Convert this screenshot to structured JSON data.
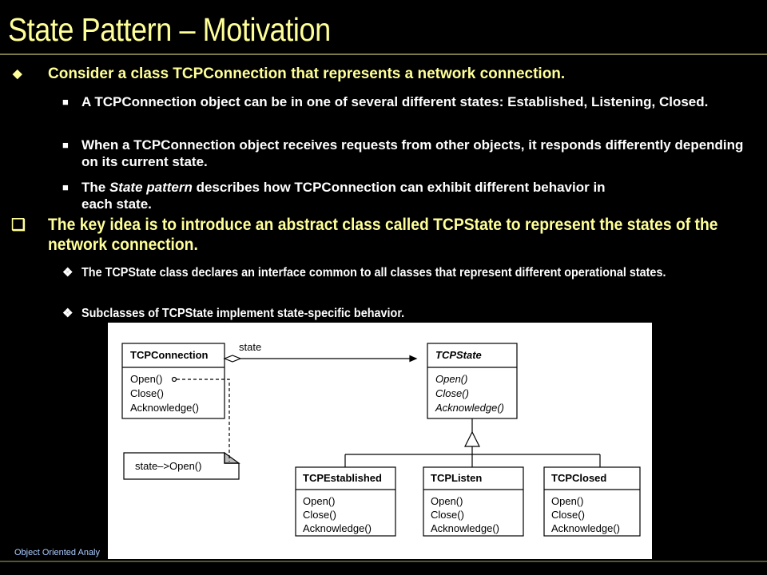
{
  "slide": {
    "title": "State Pattern – Motivation",
    "bullets": [
      "Consider a class TCPConnection that represents a network connection.",
      "A TCPConnection object can be in one of several different states: Established, Listening, Closed.",
      "When a TCPConnection object receives requests from other objects, it responds differently depending on its current state.",
      "each state.",
      "The key idea is to introduce an abstract class called TCPState to represent the states of the network connection.",
      "The TCPState class declares an interface common to all classes that represent different operational states.",
      "Subclasses of TCPState implement state-specific behavior."
    ],
    "bullet3_parts": {
      "before": "The ",
      "italic": "State pattern",
      "after": " describes how TCPConnection can exhibit different behavior in"
    },
    "footer": "Object Oriented Analy"
  },
  "diagram": {
    "connection_class": {
      "name": "TCPConnection",
      "methods": [
        "Open()",
        "Close()",
        "Acknowledge()"
      ]
    },
    "association_label": "state",
    "note": "state–>Open()",
    "state_class": {
      "name": "TCPState",
      "methods": [
        "Open()",
        "Close()",
        "Acknowledge()"
      ]
    },
    "subclasses": [
      {
        "name": "TCPEstablished",
        "methods": [
          "Open()",
          "Close()",
          "Acknowledge()"
        ]
      },
      {
        "name": "TCPListen",
        "methods": [
          "Open()",
          "Close()",
          "Acknowledge()"
        ]
      },
      {
        "name": "TCPClosed",
        "methods": [
          "Open()",
          "Close()",
          "Acknowledge()"
        ]
      }
    ]
  },
  "icons": {
    "level1_bullet": "diamond-bullet-icon",
    "level2_bullet": "square-bullet-icon",
    "key_bullet": "hollow-square-bullet-icon",
    "sub_bullet": "four-diamond-bullet-icon"
  },
  "colors": {
    "background": "#000000",
    "title": "#ffff99",
    "text": "#ffffff",
    "diagram_bg": "#ffffff"
  }
}
